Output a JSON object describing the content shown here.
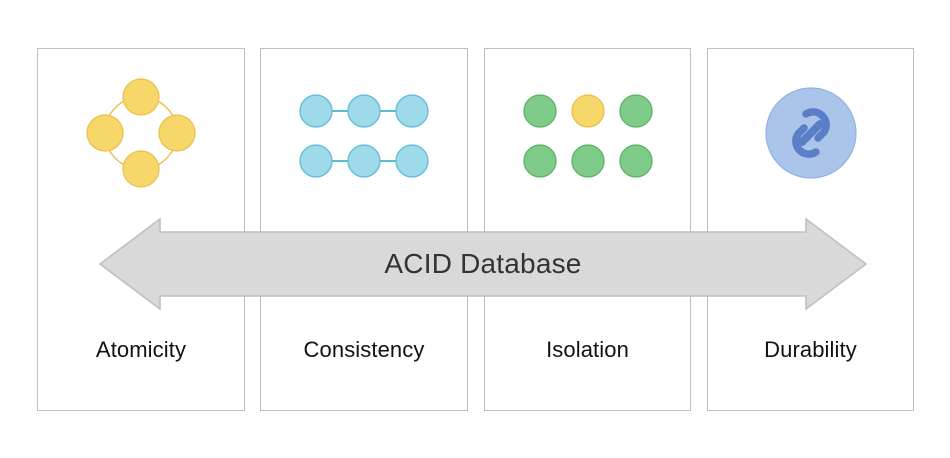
{
  "diagram": {
    "title": "ACID Database",
    "banner_label": "ACID Database",
    "cards": [
      {
        "label": "Atomicity",
        "icon": "four-nodes-ring-icon",
        "icon_description": "four yellow circles arranged around a thin yellow ring"
      },
      {
        "label": "Consistency",
        "icon": "linked-nodes-grid-icon",
        "icon_description": "two rows of three light-blue circles connected by horizontal links"
      },
      {
        "label": "Isolation",
        "icon": "node-grid-icon",
        "icon_description": "two rows of three circles, all green except the top-middle which is yellow"
      },
      {
        "label": "Durability",
        "icon": "chain-link-badge-icon",
        "icon_description": "blue circular badge containing a chain-link glyph"
      }
    ]
  },
  "colors": {
    "card_border": "#bfbfbf",
    "card_background": "#ffffff",
    "page_background": "#ffffff",
    "arrow_fill": "#d9d9d9",
    "arrow_border": "#bfbfbf",
    "banner_text": "#333333",
    "label_text": "#111111",
    "yellow_fill": "#f7d769",
    "yellow_stroke": "#e8bf4e",
    "blue_fill": "#9edaea",
    "blue_stroke": "#5bbcd4",
    "green_fill": "#7fcc8a",
    "green_stroke": "#56b265",
    "badge_fill": "#aac4ea",
    "badge_stroke": "#93b2e0",
    "link_glyph": "#5b7fc7"
  }
}
